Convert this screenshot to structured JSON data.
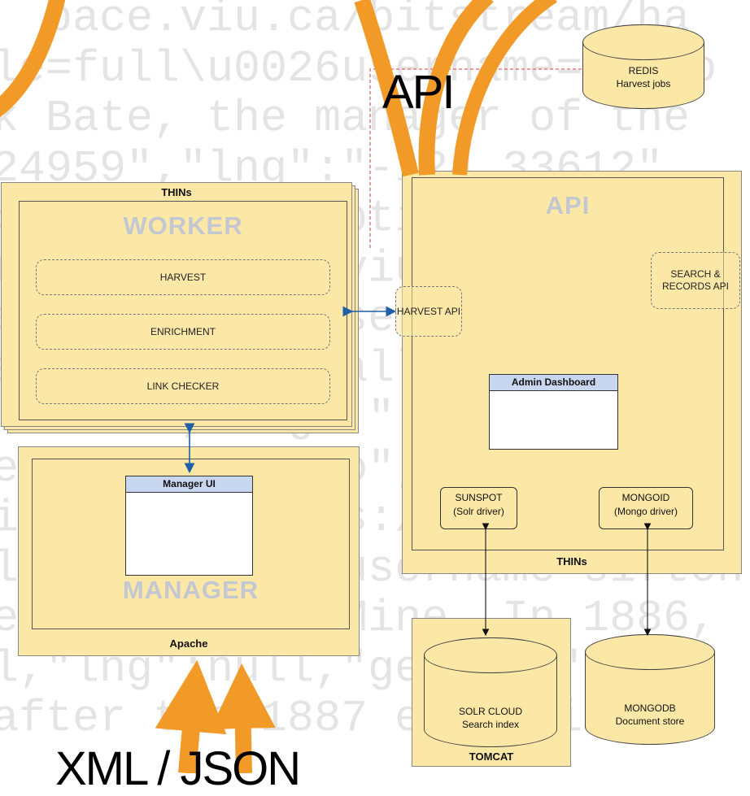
{
  "background_text": [
    "  pace.viu.ca/bitstream/ha",
    "le=full\\u0026username=sifto",
    "k Bate, the manager of the",
    "24959\",\"lng\":\"-124.33612\",",
    "bour\",\"description\":\"",
    "rl\":\"https://viuspace.vi",
    "e=full\\u0026username=sifto",
    "al had originally been form",
    ".24959\",\"lng\":\"-124.33612\"",
    "e near Nanaimo\",\"description",
    "il_url\":\"https://viuspace.vi",
    "le=full\\u0026username=sifton",
    "e Number One Mine. In 1886,",
    "l,\"lng\":null,\"geocode\":nu",
    "after the 1887 explosion\",\""
  ],
  "api_top_label": "API",
  "redis": {
    "line1": "REDIS",
    "line2": "Harvest jobs"
  },
  "worker": {
    "title": "THINs",
    "ghost": "WORKER",
    "modules": [
      "HARVEST",
      "ENRICHMENT",
      "LINK CHECKER"
    ]
  },
  "manager": {
    "window_title": "Manager UI",
    "ghost": "MANAGER",
    "footer": "Apache"
  },
  "api_panel": {
    "ghost": "API",
    "search_api": "SEARCH & RECORDS API",
    "harvest_api": "HARVEST API",
    "dashboard_title": "Admin Dashboard",
    "sunspot": {
      "line1": "SUNSPOT",
      "line2": "(Solr driver)"
    },
    "mongoid": {
      "line1": "MONGOID",
      "line2": "(Mongo driver)"
    },
    "footer": "THINs"
  },
  "tomcat": {
    "label": "TOMCAT",
    "solr": {
      "line1": "SOLR CLOUD",
      "line2": "Search index"
    }
  },
  "mongodb": {
    "line1": "MONGODB",
    "line2": "Document store"
  },
  "xml_json_label": "XML / JSON",
  "colors": {
    "panel": "#fbe7a6",
    "orange_arrow": "#f29a28",
    "blue_arrow": "#1f5fa8",
    "red_dashed": "#e06060",
    "window_bar": "#c9d6f0"
  }
}
